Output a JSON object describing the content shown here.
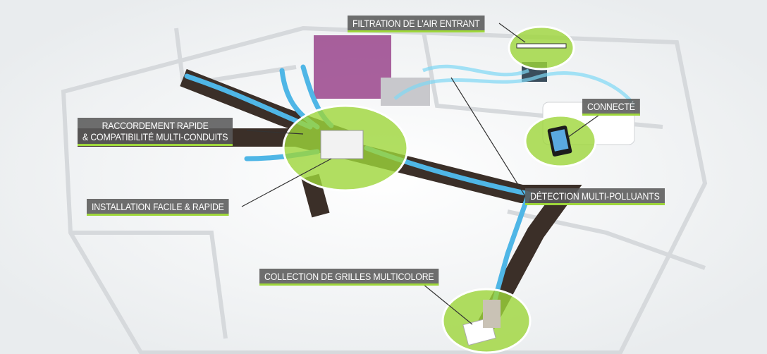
{
  "colors": {
    "accent_green": "#9ed63a",
    "duct_blue": "#4fb6e6",
    "duct_brown": "#3b2f28",
    "label_bg": "#5a5a5a"
  },
  "labels": {
    "filtration": "FILTRATION DE L'AIR ENTRANT",
    "raccordement_line1": "RACCORDEMENT RAPIDE",
    "raccordement_line2": "& COMPATIBILITÉ MULTI-CONDUITS",
    "installation": "INSTALLATION FACILE & RAPIDE",
    "connecte": "CONNECTÉ",
    "detection": "DÉTECTION MULTI-POLLUANTS",
    "collection": "COLLECTION DE GRILLES MULTICOLORE"
  }
}
